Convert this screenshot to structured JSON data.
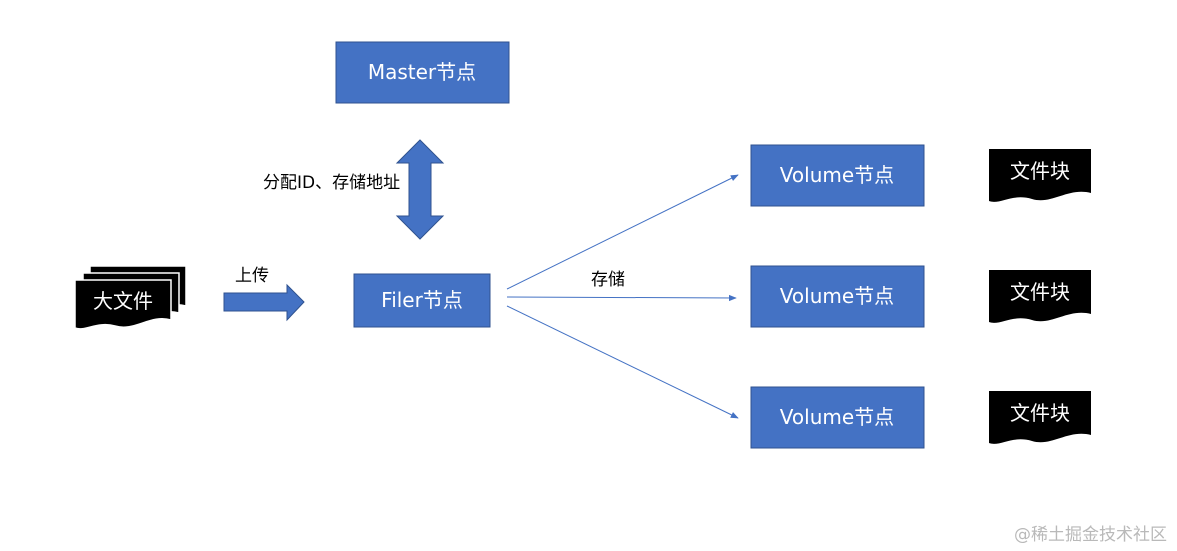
{
  "nodes": {
    "master": "Master节点",
    "filer": "Filer节点",
    "volume1": "Volume节点",
    "volume2": "Volume节点",
    "volume3": "Volume节点"
  },
  "docs": {
    "big_file": "大文件",
    "chunk1": "文件块",
    "chunk2": "文件块",
    "chunk3": "文件块"
  },
  "labels": {
    "allocate": "分配ID、存储地址",
    "upload": "上传",
    "store": "存储"
  },
  "watermark": "@稀土掘金技术社区",
  "colors": {
    "node_fill": "#4472C4",
    "node_border": "#2F528F",
    "doc_fill": "#000000",
    "arrow_line": "#4472C4"
  }
}
